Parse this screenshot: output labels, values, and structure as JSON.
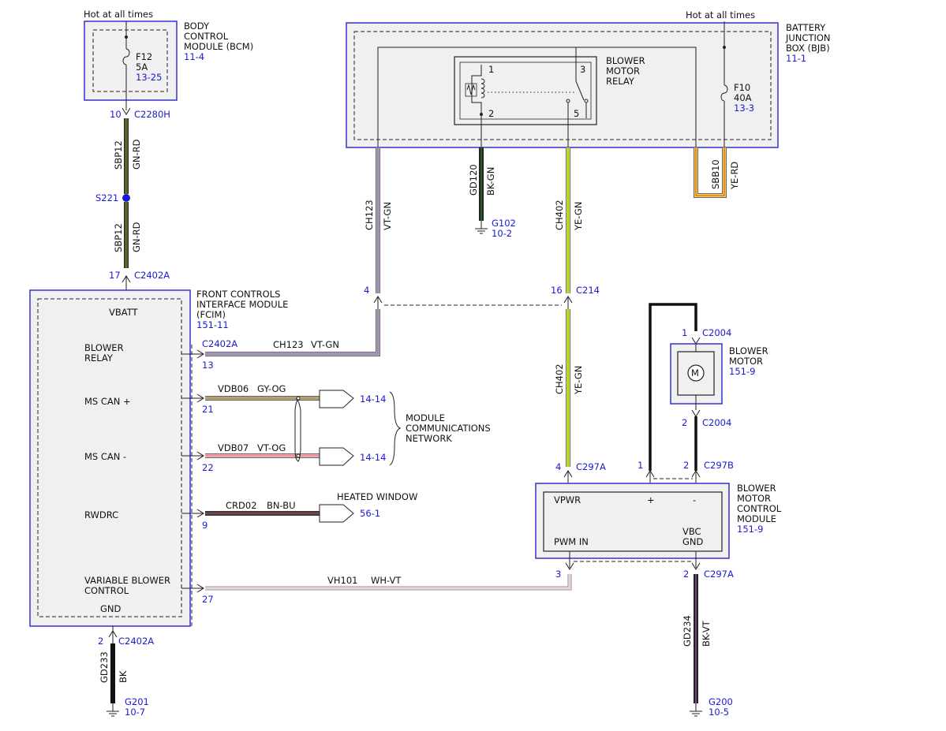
{
  "bcm": {
    "hot_label": "Hot at all times",
    "title_l1": "BODY",
    "title_l2": "CONTROL",
    "title_l3": "MODULE (BCM)",
    "page": "11-4",
    "fuse_name": "F12",
    "fuse_rating": "5A",
    "fuse_ref": "13-25",
    "connector_pin": "10",
    "connector": "C2280H"
  },
  "bjb": {
    "hot_label": "Hot at all times",
    "title_l1": "BATTERY",
    "title_l2": "JUNCTION",
    "title_l3": "BOX (BJB)",
    "page": "11-1",
    "fuse_name": "F10",
    "fuse_rating": "40A",
    "fuse_ref": "13-3",
    "relay_l1": "BLOWER",
    "relay_l2": "MOTOR",
    "relay_l3": "RELAY",
    "relay_pins": [
      "1",
      "2",
      "3",
      "5"
    ]
  },
  "wires": {
    "sbp12_upper": {
      "circuit": "SBP12",
      "color": "GN-RD"
    },
    "sbp12_lower": {
      "circuit": "SBP12",
      "color": "GN-RD"
    },
    "splice": "S221",
    "ch123_v": {
      "circuit": "CH123",
      "color": "VT-GN"
    },
    "gd120": {
      "circuit": "GD120",
      "color": "BK-GN"
    },
    "ch402_upper": {
      "circuit": "CH402",
      "color": "YE-GN"
    },
    "ch402_lower": {
      "circuit": "CH402",
      "color": "YE-GN"
    },
    "sbb10": {
      "circuit": "SBB10",
      "color": "YE-RD"
    },
    "ch123_h": {
      "circuit": "CH123",
      "color": "VT-GN"
    },
    "vdb06": {
      "circuit": "VDB06",
      "color": "GY-OG"
    },
    "vdb07": {
      "circuit": "VDB07",
      "color": "VT-OG"
    },
    "crd02": {
      "circuit": "CRD02",
      "color": "BN-BU"
    },
    "vh101": {
      "circuit": "VH101",
      "color": "WH-VT"
    },
    "gd233": {
      "circuit": "GD233",
      "color": "BK"
    },
    "gd234": {
      "circuit": "GD234",
      "color": "BK-VT"
    }
  },
  "grounds": {
    "g102": {
      "name": "G102",
      "page": "10-2"
    },
    "g201": {
      "name": "G201",
      "page": "10-7"
    },
    "g200": {
      "name": "G200",
      "page": "10-5"
    }
  },
  "connectors": {
    "c2402a_top": {
      "pin": "17",
      "name": "C2402A"
    },
    "ch123_pin": "4",
    "c214": {
      "pin": "16",
      "name": "C214"
    },
    "c2402a_13": {
      "pin": "13",
      "name": "C2402A"
    },
    "pin21": "21",
    "pin22": "22",
    "pin9": "9",
    "pin27": "27",
    "c2402a_gnd": {
      "pin": "2",
      "name": "C2402A"
    },
    "c297a_top": {
      "pin": "4",
      "name": "C297A"
    },
    "c297b": {
      "pin1": "1",
      "pin2": "2",
      "name": "C297B"
    },
    "c297a_bottom": {
      "pin3": "3",
      "pin2": "2",
      "name": "C297A"
    },
    "c2004_top": {
      "pin": "1",
      "name": "C2004"
    },
    "c2004_bottom": {
      "pin": "2",
      "name": "C2004"
    }
  },
  "fcim": {
    "title_l1": "FRONT CONTROLS",
    "title_l2": "INTERFACE MODULE",
    "title_l3": "(FCIM)",
    "page": "151-11",
    "vbatt": "VBATT",
    "blower_relay_l1": "BLOWER",
    "blower_relay_l2": "RELAY",
    "ms_can_plus": "MS CAN +",
    "ms_can_minus": "MS CAN -",
    "rwdrc": "RWDRC",
    "var_blower_l1": "VARIABLE BLOWER",
    "var_blower_l2": "CONTROL",
    "gnd": "GND"
  },
  "network": {
    "ref1": "14-14",
    "ref2": "14-14",
    "label_l1": "MODULE",
    "label_l2": "COMMUNICATIONS",
    "label_l3": "NETWORK"
  },
  "heated_window": {
    "label": "HEATED WINDOW",
    "ref": "56-1"
  },
  "blower_motor": {
    "title_l1": "BLOWER",
    "title_l2": "MOTOR",
    "page": "151-9",
    "symbol": "M"
  },
  "bmcm": {
    "title_l1": "BLOWER",
    "title_l2": "MOTOR",
    "title_l3": "CONTROL",
    "title_l4": "MODULE",
    "page": "151-9",
    "vpwr": "VPWR",
    "plus": "+",
    "minus": "-",
    "pwm_in": "PWM IN",
    "vbc": "VBC",
    "gnd": "GND"
  }
}
